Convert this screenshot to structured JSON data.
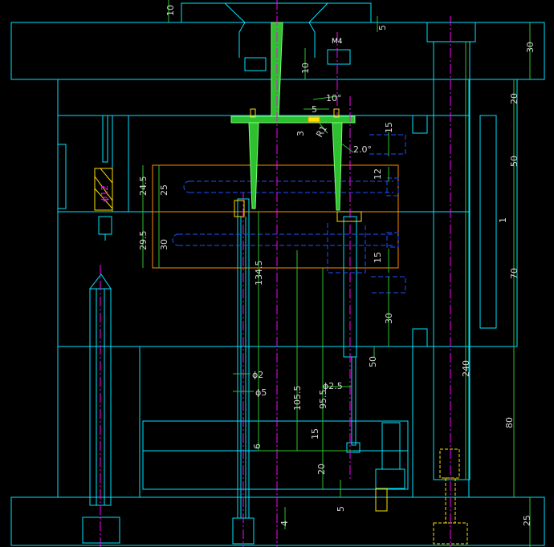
{
  "labels": {
    "d_10_top": "10",
    "d_5_top": "5",
    "d_30_right": "30",
    "d_10_mid": "10",
    "angle_10": "10°",
    "d_5_gate": "5",
    "d_3": "3",
    "r_1": "R1",
    "angle_2": "2.0°",
    "d_15_a": "15",
    "d_12": "12",
    "d_24_5": "24.5",
    "d_25": "25",
    "d_29_5": "29.5",
    "d_30_left": "30",
    "d_134_5": "134.5",
    "d_15_b": "15",
    "d_30_mid": "30",
    "d_50_mid": "50",
    "dia_2": "ϕ2",
    "dia_5": "ϕ5",
    "d_105_5": "105.5",
    "d_95_5": "95.5",
    "dia_2_5": "ϕ2.5",
    "d_15_c": "15",
    "d_6": "6",
    "d_20_low": "20",
    "d_5_low": "5",
    "d_4": "4",
    "d_240": "240",
    "d_20_right": "20",
    "d_50_right": "50",
    "d_1": "1",
    "d_70": "70",
    "d_80": "80",
    "d_25_right": "25",
    "dia_12": "ϕ12",
    "m4": "M4"
  }
}
